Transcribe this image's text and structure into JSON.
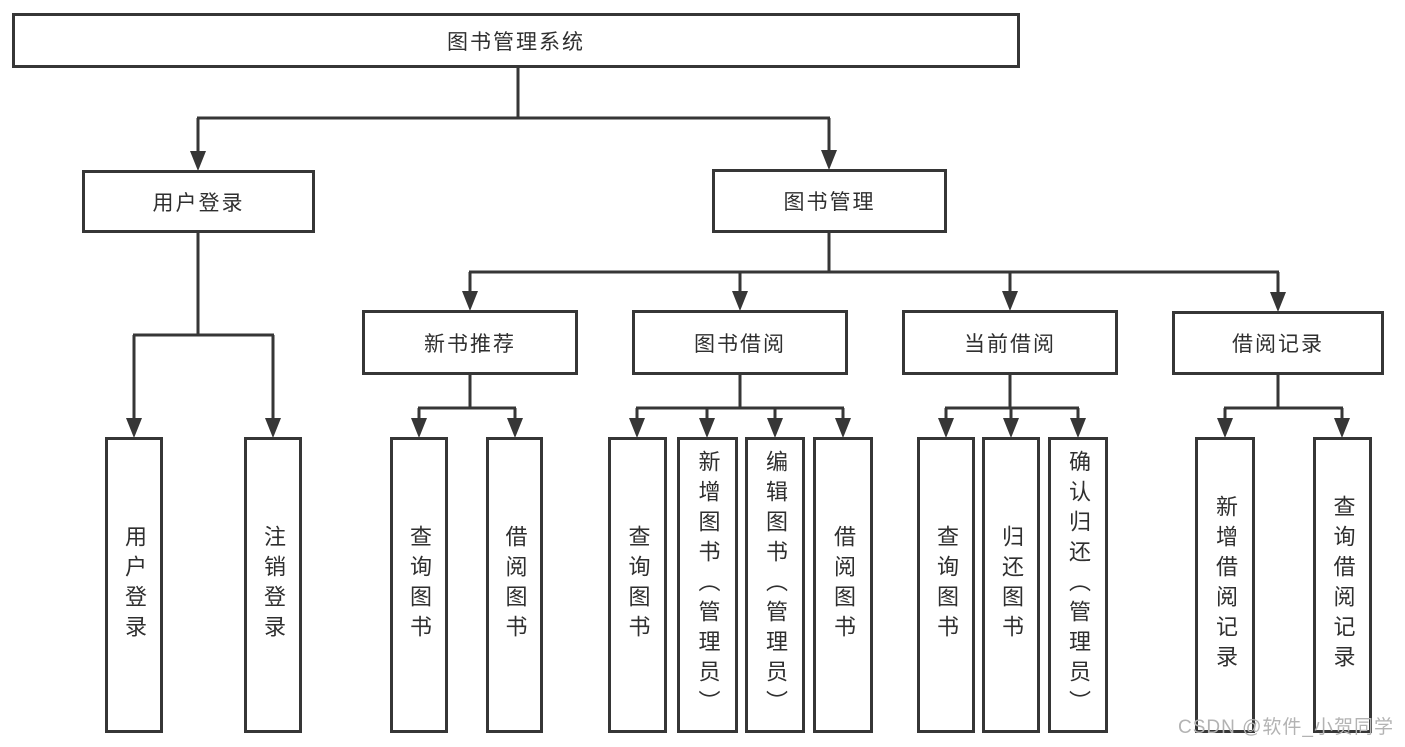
{
  "diagram": {
    "type": "tree",
    "title": "图书管理系统",
    "tree": {
      "label": "图书管理系统",
      "children": [
        {
          "label": "用户登录",
          "children": [
            {
              "label": "用户登录"
            },
            {
              "label": "注销登录"
            }
          ]
        },
        {
          "label": "图书管理",
          "children": [
            {
              "label": "新书推荐",
              "children": [
                {
                  "label": "查询图书"
                },
                {
                  "label": "借阅图书"
                }
              ]
            },
            {
              "label": "图书借阅",
              "children": [
                {
                  "label": "查询图书"
                },
                {
                  "label": "新增图书（管理员）"
                },
                {
                  "label": "编辑图书（管理员）"
                },
                {
                  "label": "借阅图书"
                }
              ]
            },
            {
              "label": "当前借阅",
              "children": [
                {
                  "label": "查询图书"
                },
                {
                  "label": "归还图书"
                },
                {
                  "label": "确认归还（管理员）"
                }
              ]
            },
            {
              "label": "借阅记录",
              "children": [
                {
                  "label": "新增借阅记录"
                },
                {
                  "label": "查询借阅记录"
                }
              ]
            }
          ]
        }
      ]
    }
  },
  "watermark": {
    "text": "CSDN @软件_小贺同学",
    "color": "#b3b3b3"
  },
  "colors": {
    "background": "#ffffff",
    "box_fill": "#ffffff",
    "box_border": "#363636",
    "connector": "#363636",
    "text": "#2f2f2f"
  }
}
